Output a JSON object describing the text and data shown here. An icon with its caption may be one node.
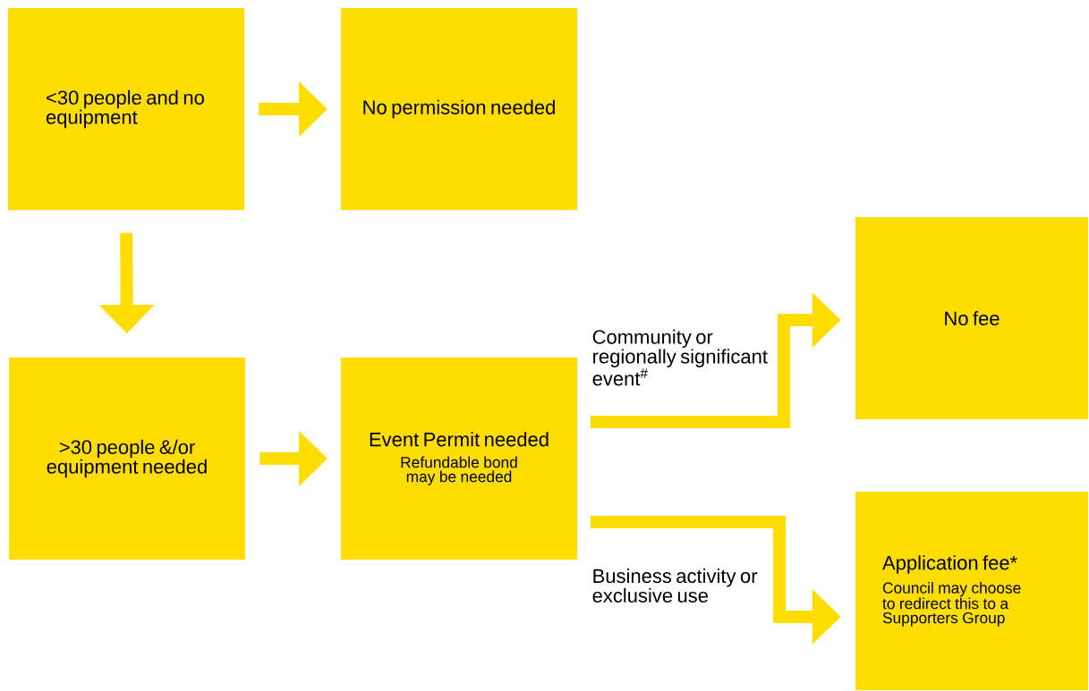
{
  "diagram": {
    "nodes": [
      {
        "text": [
          "<30 people and no equipment"
        ]
      },
      {
        "text": [
          "No permission needed"
        ]
      },
      {
        "text": [
          ">30 people &/or equipment needed"
        ]
      },
      {
        "text": [
          "Event Permit needed",
          "Refundable bond may be needed"
        ]
      },
      {
        "text": [
          "No fee"
        ]
      },
      {
        "text": [
          "Application fee*",
          "Council may choose to redirect this to a Supporters Group"
        ]
      }
    ],
    "edges": [
      {
        "from": 0,
        "to": 1,
        "arrow": "to"
      },
      {
        "from": 0,
        "to": 2,
        "arrow": "to"
      },
      {
        "from": 2,
        "to": 3,
        "arrow": "to"
      },
      {
        "from": 3,
        "to": 4,
        "arrow": "to",
        "label": "Community or regionally significant event$^{#}$"
      },
      {
        "from": 3,
        "to": 5,
        "arrow": "to",
        "label": "Business activity or exclusive use"
      }
    ]
  }
}
